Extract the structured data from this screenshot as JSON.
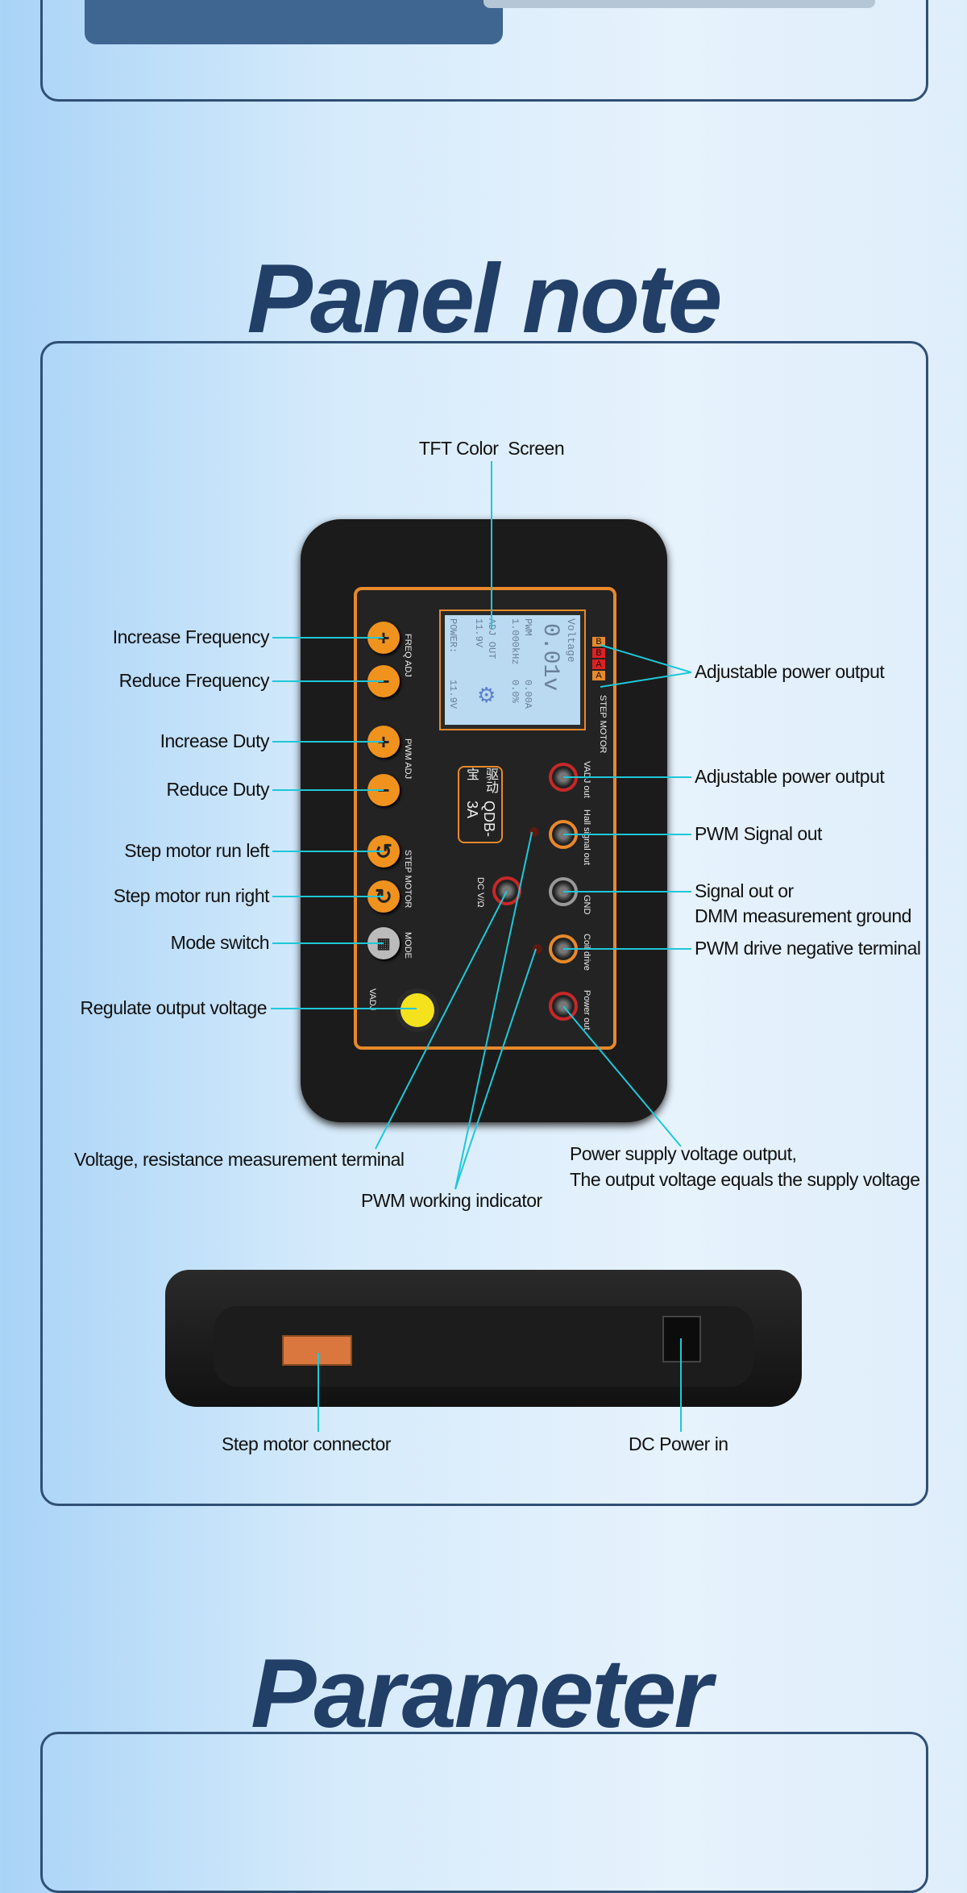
{
  "titles": {
    "panel_note": "Panel note",
    "parameter": "Parameter"
  },
  "colors": {
    "accent": "#1ec8d8",
    "title": "#223f68",
    "button": "#f0921e"
  },
  "top_labels": {
    "tft": "TFT Color  Screen"
  },
  "left_labels": [
    "Increase Frequency",
    "Reduce Frequency",
    "Increase Duty",
    "Reduce Duty",
    "Step motor run left",
    "Step motor run right",
    "Mode switch",
    "Regulate output voltage"
  ],
  "right_labels": {
    "adj1": "Adjustable power output",
    "adj2": "Adjustable power output",
    "pwm_signal": "PWM Signal out",
    "signal_line1": "Signal out or",
    "signal_line2": "DMM measurement ground",
    "pwm_neg": "PWM drive negative terminal"
  },
  "bottom_labels": {
    "voltage_terminal": "Voltage, resistance measurement terminal",
    "pwm_indicator": "PWM working indicator",
    "power_line1": "Power supply voltage output,",
    "power_line2": "The output voltage equals the supply voltage"
  },
  "side_labels": {
    "connector": "Step motor connector",
    "dc_in": "DC Power in"
  },
  "device": {
    "model": "QDB-3A",
    "brand": "驱动宝",
    "screen": {
      "voltage_label": "Voltage",
      "voltage": "0.01v",
      "pwm": "PWM",
      "freq": "1.000kHz",
      "current": "0.00A",
      "duty": "0.0%",
      "adj": "ADJ OUT",
      "adj_v": "11.9V",
      "power": "POWER:",
      "power_v": "11.9V"
    },
    "panel_text": {
      "freq": "FREQ ADJ",
      "pwm": "PWM ADJ",
      "step": "STEP MOTOR",
      "mode": "MODE",
      "vadj": "VADJ",
      "vadj_out": "VADJ out",
      "hall": "Hall signal out",
      "gnd": "GND",
      "coil": "Coil drive",
      "power_out": "Power out",
      "dcv": "DC V/Ω",
      "step_motor": "STEP MOTOR",
      "pins": [
        "B",
        "B",
        "A",
        "A"
      ]
    },
    "buttons": [
      "+",
      "−",
      "+",
      "−",
      "↺",
      "↻",
      "▦"
    ]
  }
}
